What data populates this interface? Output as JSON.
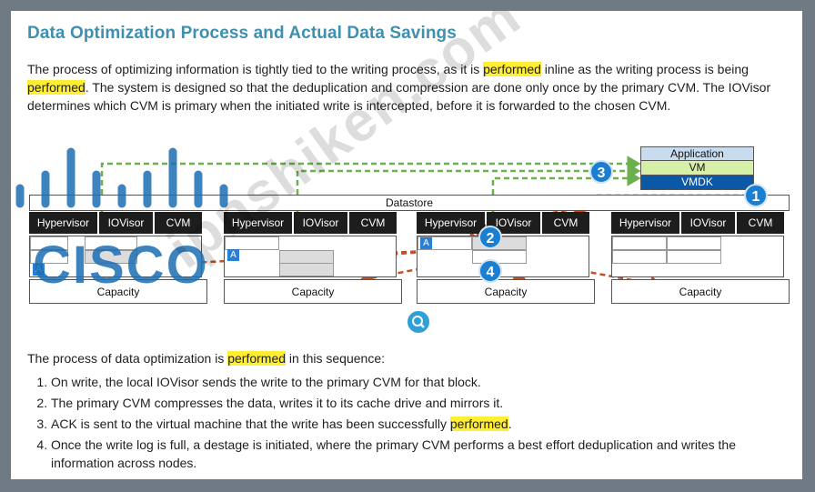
{
  "doc": {
    "title": "Data Optimization Process and Actual Data Savings",
    "paragraph": [
      "The process of optimizing information is tightly tied to the writing process, as it is ",
      "performed",
      " inline as the writing process is being ",
      "performed",
      ". The system is designed so that the deduplication and compression are done only once by the primary CVM. The IOVisor determines which CVM is primary when the initiated write is intercepted, before it is forwarded to the chosen CVM."
    ],
    "intro2": [
      "The process of data optimization is ",
      "performed",
      " in this sequence:"
    ],
    "steps": [
      [
        "On write, the local IOVisor sends the write to the primary CVM for that block.",
        "",
        ""
      ],
      [
        "The primary CVM compresses the data, writes it to its cache drive and mirrors it.",
        "",
        ""
      ],
      [
        "ACK is sent to the virtual machine that the write has been successfully ",
        "performed",
        "."
      ],
      [
        "Once the write log is full, a destage is initiated, where the primary CVM performs a best effort deduplication and writes the information across nodes.",
        "",
        ""
      ]
    ]
  },
  "diagram": {
    "app_stack": [
      "Application",
      "VM",
      "VMDK"
    ],
    "datastore": "Datastore",
    "node_header": [
      "Hypervisor",
      "IOVisor",
      "CVM"
    ],
    "capacity": "Capacity",
    "block_mark": "A",
    "badges": [
      "1",
      "2",
      "3",
      "4"
    ]
  },
  "branding": {
    "logo": "CISCO",
    "watermark": "ipnshiken.com"
  },
  "colors": {
    "title": "#3f8fb0",
    "highlight": "#ffee33",
    "logo": "#1c6fb4",
    "arrow_green": "#6ab04c",
    "arrow_red": "#c0502a"
  }
}
